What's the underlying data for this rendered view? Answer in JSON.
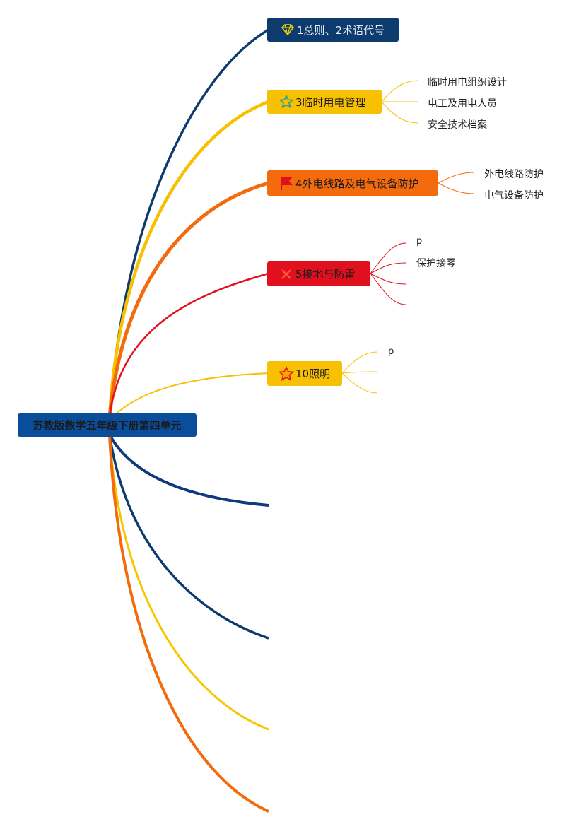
{
  "root": {
    "label": "苏教版数学五年级下册第四单元",
    "color": "#0a4e9b"
  },
  "branches": [
    {
      "label": "1总则、2术语代号",
      "icon": "diamond-icon",
      "color": "#0d3b6e",
      "text_color": "#e8eef6",
      "children": []
    },
    {
      "label": "3临时用电管理",
      "icon": "star-outline-icon",
      "color": "#f7c000",
      "text_color": "#1a1a1a",
      "children": [
        "临时用电组织设计",
        "电工及用电人员",
        "安全技术档案"
      ]
    },
    {
      "label": "4外电线路及电气设备防护",
      "icon": "flag-icon",
      "color": "#f36b0c",
      "text_color": "#1a1a1a",
      "children": [
        "外电线路防护",
        "电气设备防护"
      ]
    },
    {
      "label": "5接地与防雷",
      "icon": "tools-icon",
      "color": "#e0101e",
      "text_color": "#1a1a1a",
      "children": [
        "p",
        "保护接零",
        "",
        ""
      ]
    },
    {
      "label": "10照明",
      "icon": "star-icon",
      "color": "#f7c000",
      "text_color": "#1a1a1a",
      "children": [
        "p",
        "",
        ""
      ]
    }
  ],
  "empty_branch_colors": [
    "#0d3b7e",
    "#0d3b6e",
    "#f7c600",
    "#f36b0c"
  ]
}
